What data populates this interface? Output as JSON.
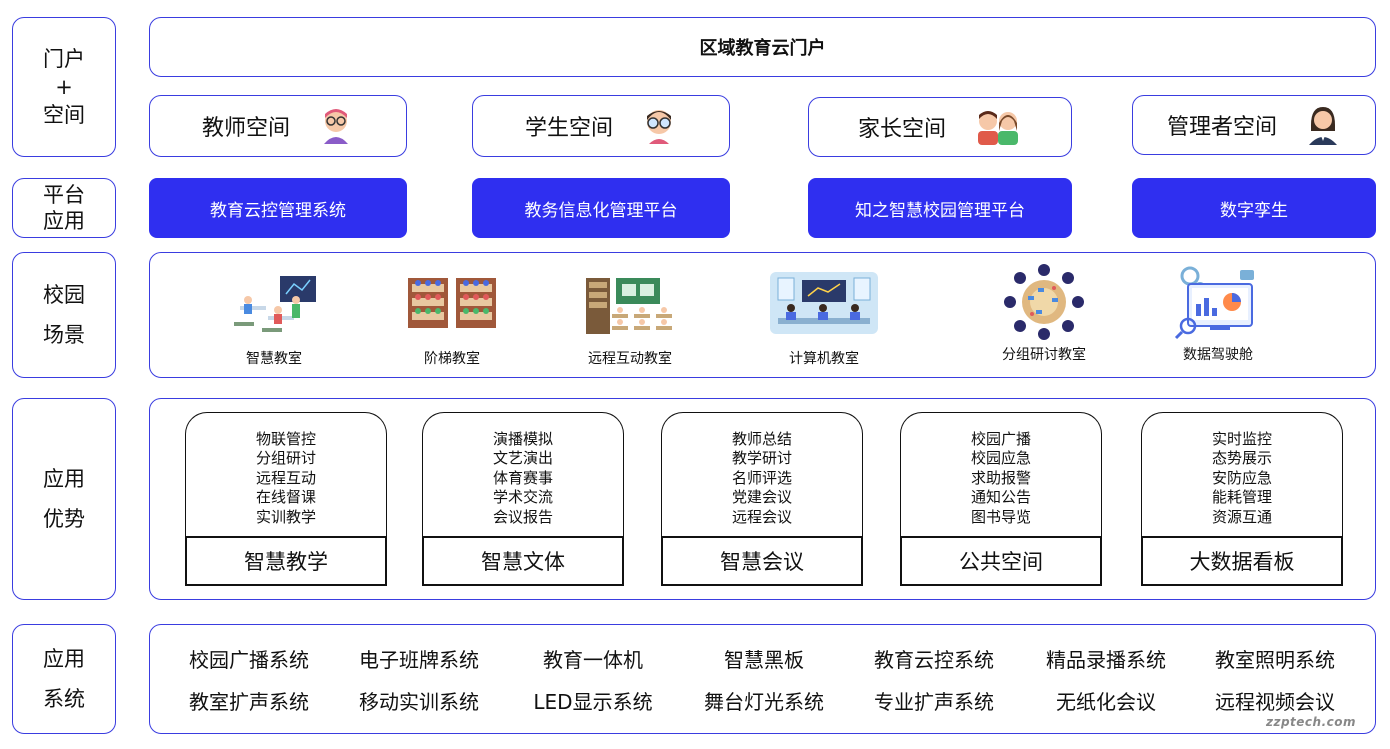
{
  "rows": {
    "portal": [
      "门户",
      "+",
      "空间"
    ],
    "platform": [
      "平台",
      "应用"
    ],
    "scene": [
      "校园",
      "场景"
    ],
    "advantage": [
      "应用",
      "优势"
    ],
    "system": [
      "应用",
      "系统"
    ]
  },
  "portal_title": "区域教育云门户",
  "spaces": [
    {
      "label": "教师空间",
      "icon": "teacher-avatar-icon"
    },
    {
      "label": "学生空间",
      "icon": "student-avatar-icon"
    },
    {
      "label": "家长空间",
      "icon": "parents-avatar-icon"
    },
    {
      "label": "管理者空间",
      "icon": "manager-avatar-icon"
    }
  ],
  "platforms": [
    "教育云控管理系统",
    "教务信息化管理平台",
    "知之智慧校园管理平台",
    "数字孪生"
  ],
  "scenes": [
    {
      "label": "智慧教室",
      "icon": "smart-classroom-icon"
    },
    {
      "label": "阶梯教室",
      "icon": "lecture-hall-icon"
    },
    {
      "label": "远程互动教室",
      "icon": "remote-classroom-icon"
    },
    {
      "label": "计算机教室",
      "icon": "computer-lab-icon"
    },
    {
      "label": "分组研讨教室",
      "icon": "group-discussion-icon"
    },
    {
      "label": "数据驾驶舱",
      "icon": "data-cockpit-icon"
    }
  ],
  "advantages": [
    {
      "title": "智慧教学",
      "items": [
        "物联管控",
        "分组研讨",
        "远程互动",
        "在线督课",
        "实训教学"
      ]
    },
    {
      "title": "智慧文体",
      "items": [
        "演播模拟",
        "文艺演出",
        "体育赛事",
        "学术交流",
        "会议报告"
      ]
    },
    {
      "title": "智慧会议",
      "items": [
        "教师总结",
        "教学研讨",
        "名师评选",
        "党建会议",
        "远程会议"
      ]
    },
    {
      "title": "公共空间",
      "items": [
        "校园广播",
        "校园应急",
        "求助报警",
        "通知公告",
        "图书导览"
      ]
    },
    {
      "title": "大数据看板",
      "items": [
        "实时监控",
        "态势展示",
        "安防应急",
        "能耗管理",
        "资源互通"
      ]
    }
  ],
  "systems": [
    [
      "校园广播系统",
      "电子班牌系统",
      "教育一体机",
      "智慧黑板",
      "教育云控系统",
      "精品录播系统",
      "教室照明系统"
    ],
    [
      "教室扩声系统",
      "移动实训系统",
      "LED显示系统",
      "舞台灯光系统",
      "专业扩声系统",
      "无纸化会议",
      "远程视频会议"
    ]
  ],
  "watermark": "zzptech.com",
  "colors": {
    "accent": "#2f2ff0",
    "border": "#3a3de0"
  }
}
